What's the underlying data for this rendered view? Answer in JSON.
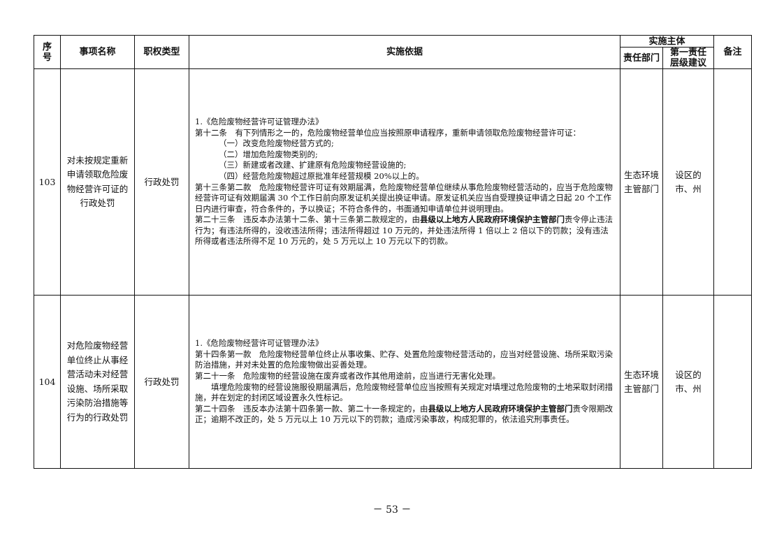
{
  "header": {
    "seq": "序\n号",
    "item_name": "事项名称",
    "authority_type": "职权类型",
    "basis": "实施依据",
    "implementer": "实施主体",
    "dept": "责任部门",
    "level": "第一责任\n层级建议",
    "remark": "备注"
  },
  "rows": [
    {
      "seq": "103",
      "name": "对未按规定重新申请领取危险废物经营许可证的行政处罚",
      "type": "行政处罚",
      "dept": "生态环境主管部门",
      "level": "设区的\n市、州",
      "remark": "",
      "basis": {
        "l1": "1.《危险废物经营许可证管理办法》",
        "l2": "第十二条　有下列情形之一的，危险废物经营单位应当按照原申请程序，重新申请领取危险废物经营许可证：",
        "l3": "（一）改变危险废物经营方式的;",
        "l4": "（二）增加危险废物类别的;",
        "l5": "（三）新建或者改建、扩建原有危险废物经营设施的;",
        "l6": "（四）经营危险废物超过原批准年经营规模 20%以上的。",
        "l7": "第十三条第二款　危险废物经营许可证有效期届满，危险废物经营单位继续从事危险废物经营活动的，应当于危险废物经营许可证有效期届满 30 个工作日前向原发证机关提出换证申请。原发证机关应当自受理换证申请之日起 20 个工作日内进行审查，符合条件的，予以换证；不符合条件的，书面通知申请单位并说明理由。",
        "l8a": "第二十三条　违反本办法第十二条、第十三条第二款规定的，由",
        "l8b": "县级以上地方人民政府环境保护主管部门",
        "l8c": "责令停止违法行为；有违法所得的，没收违法所得；违法所得超过 10 万元的，并处违法所得 1 倍以上 2 倍以下的罚款；没有违法所得或者违法所得不足 10 万元的，处 5 万元以上 10 万元以下的罚款。"
      }
    },
    {
      "seq": "104",
      "name": "对危险废物经营单位终止从事经营活动未对经营设施、场所采取污染防治措施等行为的行政处罚",
      "type": "行政处罚",
      "dept": "生态环境主管部门",
      "level": "设区的\n市、州",
      "remark": "",
      "basis": {
        "l1": "1.《危险废物经营许可证管理办法》",
        "l2": "第十四条第一款　危险废物经营单位终止从事收集、贮存、处置危险废物经营活动的，应当对经营设施、场所采取污染防治措施，并对未处置的危险废物做出妥善处理。",
        "l3": "第二十一条　危险废物的经营设施在废弃或者改作其他用途前，应当进行无害化处理。",
        "l4": "填埋危险废物的经营设施服役期届满后，危险废物经营单位应当按照有关规定对填埋过危险废物的土地采取封闭措施，并在划定的封闭区域设置永久性标记。",
        "l5a": "第二十四条　违反本办法第十四条第一款、第二十一条规定的，由",
        "l5b": "县级以上地方人民政府环境保护主管部门",
        "l5c": "责令限期改正；逾期不改正的，处 5 万元以上 10 万元以下的罚款；造成污染事故，构成犯罪的，依法追究刑事责任。"
      }
    }
  ],
  "page_number": "－ 53 －"
}
